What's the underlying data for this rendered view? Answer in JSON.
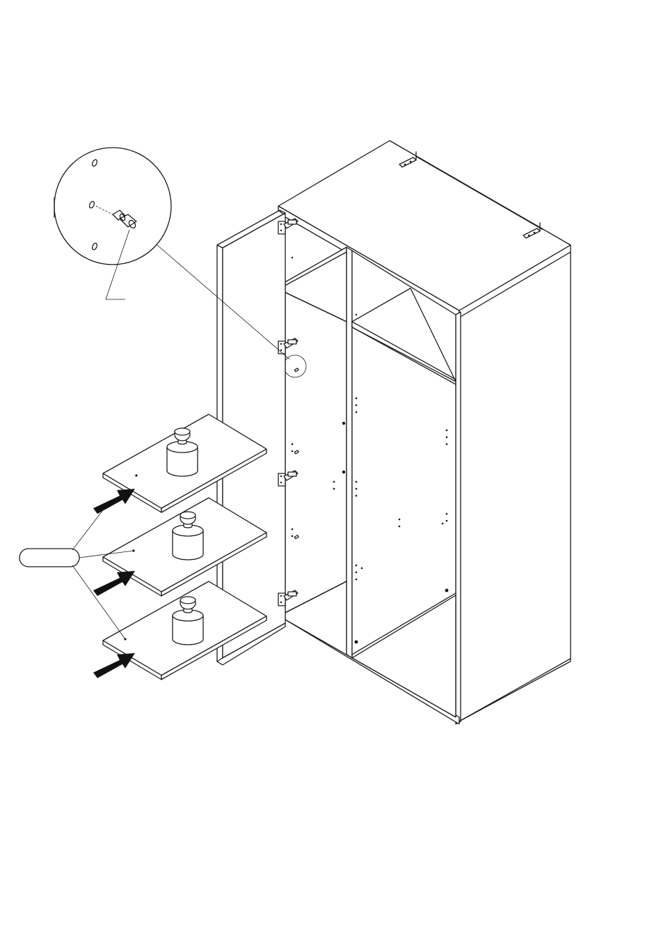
{
  "diagram": {
    "subject": "wardrobe-assembly-step",
    "parts": {
      "cabinet": "two-door-wardrobe",
      "door": "left-door-open",
      "shelves": 3,
      "hinges": 4,
      "weights": 3,
      "arrows": 3,
      "detail_callout": "shelf-pin-detail",
      "part_label_bubble": ""
    },
    "colors": {
      "line": "#1a1a1a",
      "fill": "#ffffff",
      "arrow": "#111111"
    }
  }
}
